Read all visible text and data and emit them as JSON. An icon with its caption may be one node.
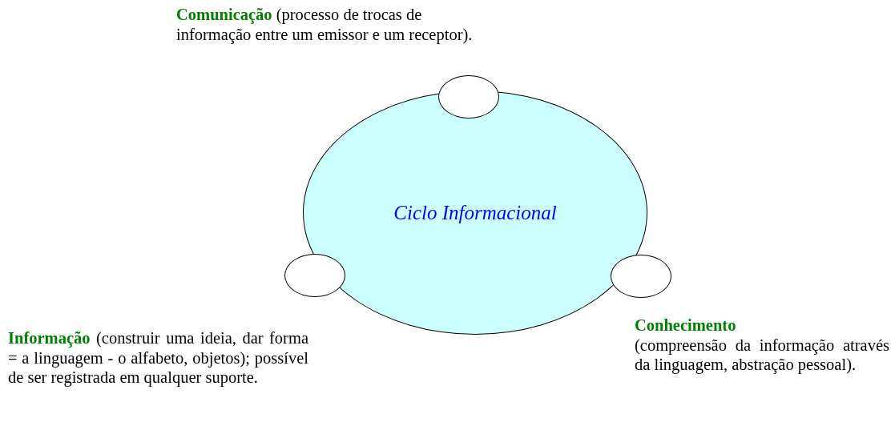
{
  "diagram": {
    "nodes": [
      {
        "text": [
          "Ciclo Informacional"
        ]
      },
      {
        "text": [],
        "shape": "circle"
      },
      {
        "text": [],
        "shape": "circle"
      },
      {
        "text": [],
        "shape": "circle"
      }
    ],
    "labels": [
      "**Comunicação** (processo de trocas de informação entre um emissor e um receptor).",
      "**Informação** (construir uma ideia, dar forma = a linguagem - o alfabeto, objetos); possível de ser registrada em qualquer suporte.",
      "**Conhecimento** (compreensão da informação através da linguagem, abstração pessoal)."
    ]
  }
}
